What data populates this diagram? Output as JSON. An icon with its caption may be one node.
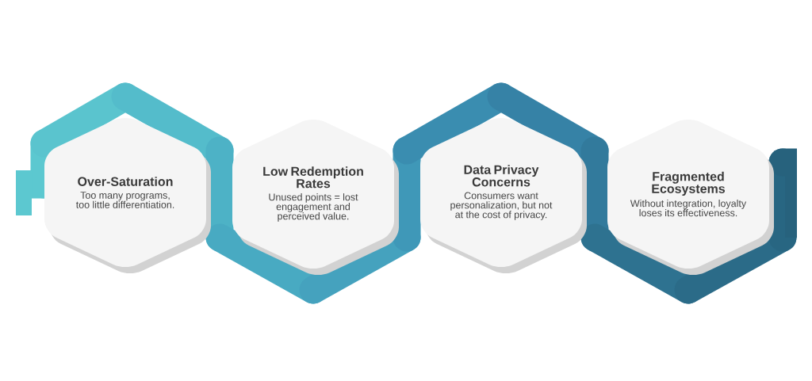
{
  "diagram": {
    "nodes": [
      {
        "text": [
          "Over-Saturation",
          "Too many programs, too little differentiation."
        ]
      },
      {
        "text": [
          "Low Redemption Rates",
          "Unused points = lost engagement and perceived value."
        ]
      },
      {
        "text": [
          "Data Privacy Concerns",
          "Consumers want personalization, but not at the cost of privacy."
        ]
      },
      {
        "text": [
          "Fragmented Ecosystems",
          "Without integration, loyalty loses its effectiveness."
        ]
      }
    ]
  }
}
